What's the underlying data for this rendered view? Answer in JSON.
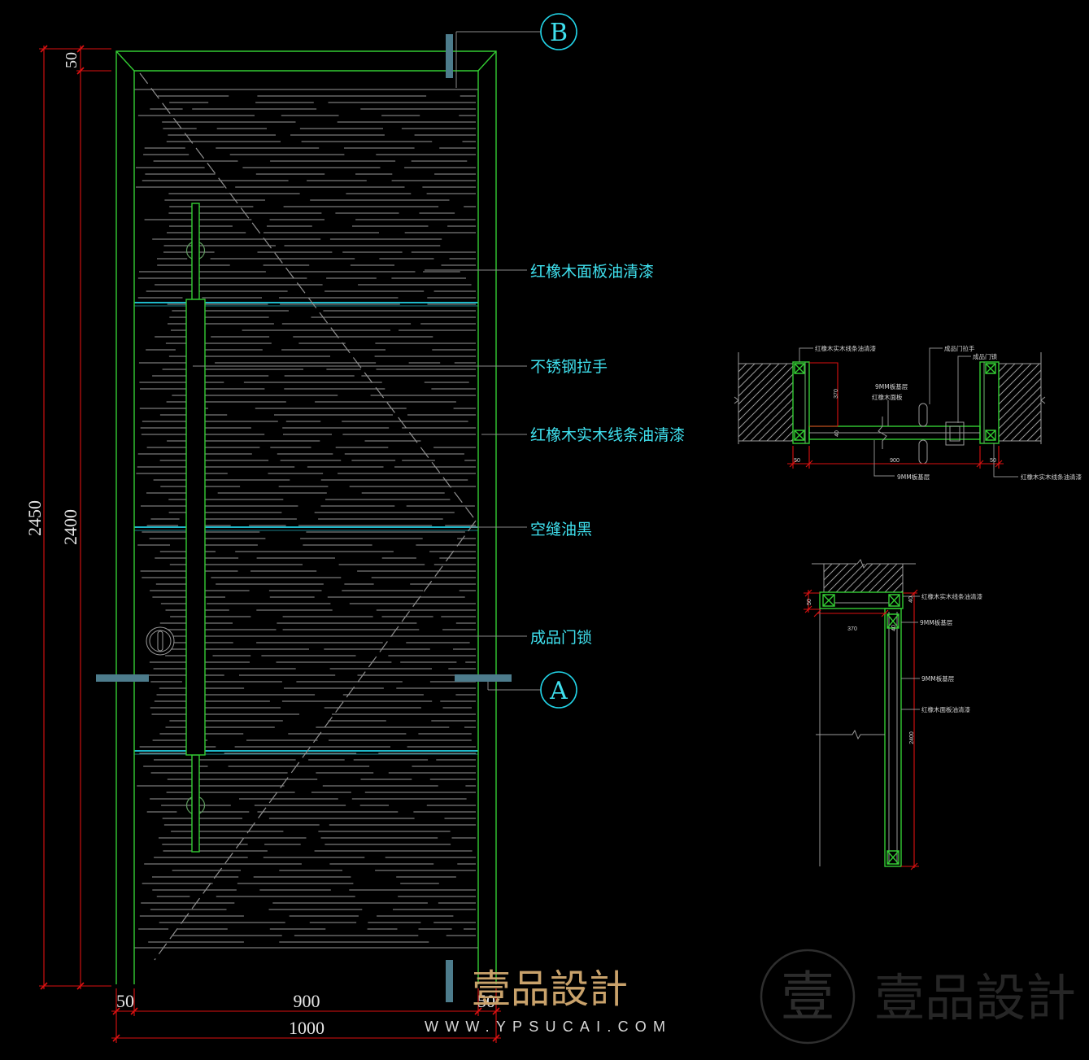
{
  "elevation": {
    "section_b": "B",
    "section_a": "A",
    "labels": {
      "panel": "红橡木面板油清漆",
      "handle": "不锈钢拉手",
      "trim": "红橡木实木线条油清漆",
      "groove": "空缝油黑",
      "lock": "成品门锁"
    },
    "dimensions": {
      "top_rail": "50",
      "overall_height": "2450",
      "leaf_height": "2400",
      "left_stile": "50",
      "leaf_width": "900",
      "right_stile": "50",
      "overall_width": "1000"
    }
  },
  "section_a_detail": {
    "labels": {
      "trim_top": "红橡木实木线条油清漆",
      "handle": "成品门拉手",
      "lock": "成品门锁",
      "base": "9MM板基层",
      "panel": "红橡木面板",
      "base_bottom": "9MM板基层",
      "trim_bottom": "红橡木实木线条油清漆"
    },
    "dimensions": {
      "depth": "370",
      "leaf": "40",
      "left": "50",
      "width": "900",
      "right": "50"
    }
  },
  "section_b_detail": {
    "labels": {
      "trim": "红橡木实木线条油清漆",
      "base_top": "9MM板基层",
      "base": "9MM板基层",
      "panel": "红橡木面板油清漆"
    },
    "dimensions": {
      "frame": "50",
      "frame_right": "40",
      "depth": "370",
      "leaf": "40",
      "height": "2400"
    }
  },
  "watermark": {
    "brand": "壹品設計",
    "url": "WWW.YPSUCAI.COM",
    "logo_char": "壹"
  },
  "colors": {
    "frame": "#33cc33",
    "cyan": "#22d3e6",
    "label": "#3fe0ee",
    "dim": "#dd1111",
    "bar": "#4d7c8c",
    "gold": "#c9a26b"
  }
}
